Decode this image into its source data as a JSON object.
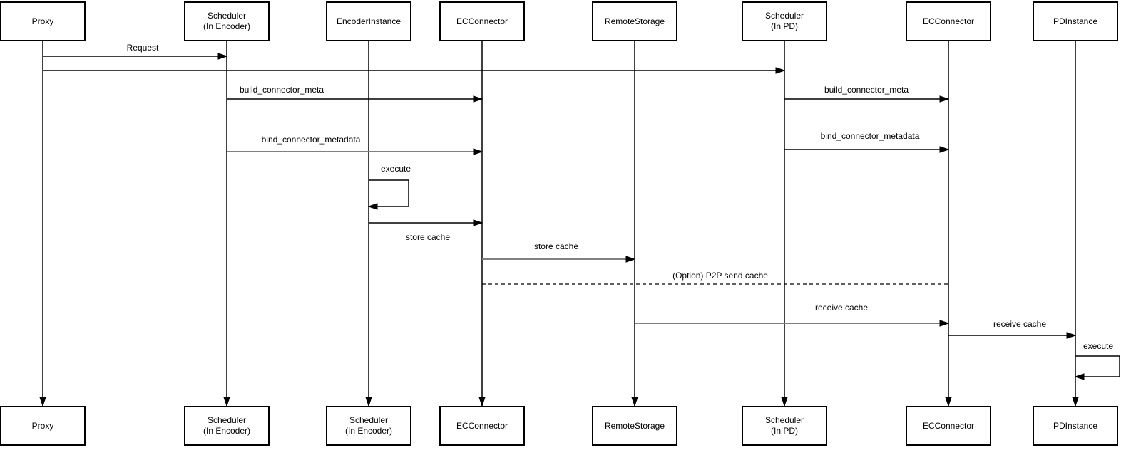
{
  "diagram": {
    "type": "sequence-diagram",
    "colors": {
      "stroke": "#000000",
      "secondary_stroke": "#808080",
      "box_fill": "#ffffff",
      "text": "#000000",
      "background": "#ffffff"
    },
    "actors": [
      {
        "id": "proxy",
        "top_line1": "Proxy",
        "top_line2": "",
        "bottom_line1": "Proxy",
        "bottom_line2": ""
      },
      {
        "id": "scheduler-encoder",
        "top_line1": "Scheduler",
        "top_line2": "(In Encoder)",
        "bottom_line1": "Scheduler",
        "bottom_line2": "(In Encoder)"
      },
      {
        "id": "encoder-instance",
        "top_line1": "EncoderInstance",
        "top_line2": "",
        "bottom_line1": "Scheduler",
        "bottom_line2": "(In Encoder)"
      },
      {
        "id": "ec-connector-encoder",
        "top_line1": "ECConnector",
        "top_line2": "",
        "bottom_line1": "ECConnector",
        "bottom_line2": ""
      },
      {
        "id": "remote-storage",
        "top_line1": "RemoteStorage",
        "top_line2": "",
        "bottom_line1": "RemoteStorage",
        "bottom_line2": ""
      },
      {
        "id": "scheduler-pd",
        "top_line1": "Scheduler",
        "top_line2": "(In PD)",
        "bottom_line1": "Scheduler",
        "bottom_line2": "(In PD)"
      },
      {
        "id": "ec-connector-pd",
        "top_line1": "ECConnector",
        "top_line2": "",
        "bottom_line1": "ECConnector",
        "bottom_line2": ""
      },
      {
        "id": "pd-instance",
        "top_line1": "PDInstance",
        "top_line2": "",
        "bottom_line1": "PDInstance",
        "bottom_line2": ""
      }
    ],
    "messages": [
      {
        "label": "Request",
        "from": "proxy",
        "to": "scheduler-encoder",
        "style": "solid"
      },
      {
        "label": "",
        "from": "proxy",
        "to": "scheduler-pd",
        "style": "solid"
      },
      {
        "label": "build_connector_meta",
        "from": "scheduler-encoder",
        "to": "ec-connector-encoder",
        "style": "solid"
      },
      {
        "label": "build_connector_meta",
        "from": "scheduler-pd",
        "to": "ec-connector-pd",
        "style": "solid"
      },
      {
        "label": "bind_connector_metadata",
        "from": "scheduler-encoder",
        "to": "ec-connector-encoder",
        "style": "solid-gray"
      },
      {
        "label": "bind_connector_metadata",
        "from": "scheduler-pd",
        "to": "ec-connector-pd",
        "style": "solid"
      },
      {
        "label": "execute",
        "from": "encoder-instance",
        "to": "encoder-instance",
        "style": "self-loop"
      },
      {
        "label": "store cache",
        "from": "encoder-instance",
        "to": "ec-connector-encoder",
        "style": "solid",
        "label_position": "below"
      },
      {
        "label": "store cache",
        "from": "ec-connector-encoder",
        "to": "remote-storage",
        "style": "solid-gray"
      },
      {
        "label": "(Option) P2P send cache",
        "from": "ec-connector-encoder",
        "to": "ec-connector-pd",
        "style": "dashed-no-arrow"
      },
      {
        "label": "receive cache",
        "from": "remote-storage",
        "to": "ec-connector-pd",
        "style": "solid-gray"
      },
      {
        "label": "receive cache",
        "from": "ec-connector-pd",
        "to": "pd-instance",
        "style": "solid"
      },
      {
        "label": "execute",
        "from": "pd-instance",
        "to": "pd-instance",
        "style": "self-loop"
      }
    ]
  }
}
